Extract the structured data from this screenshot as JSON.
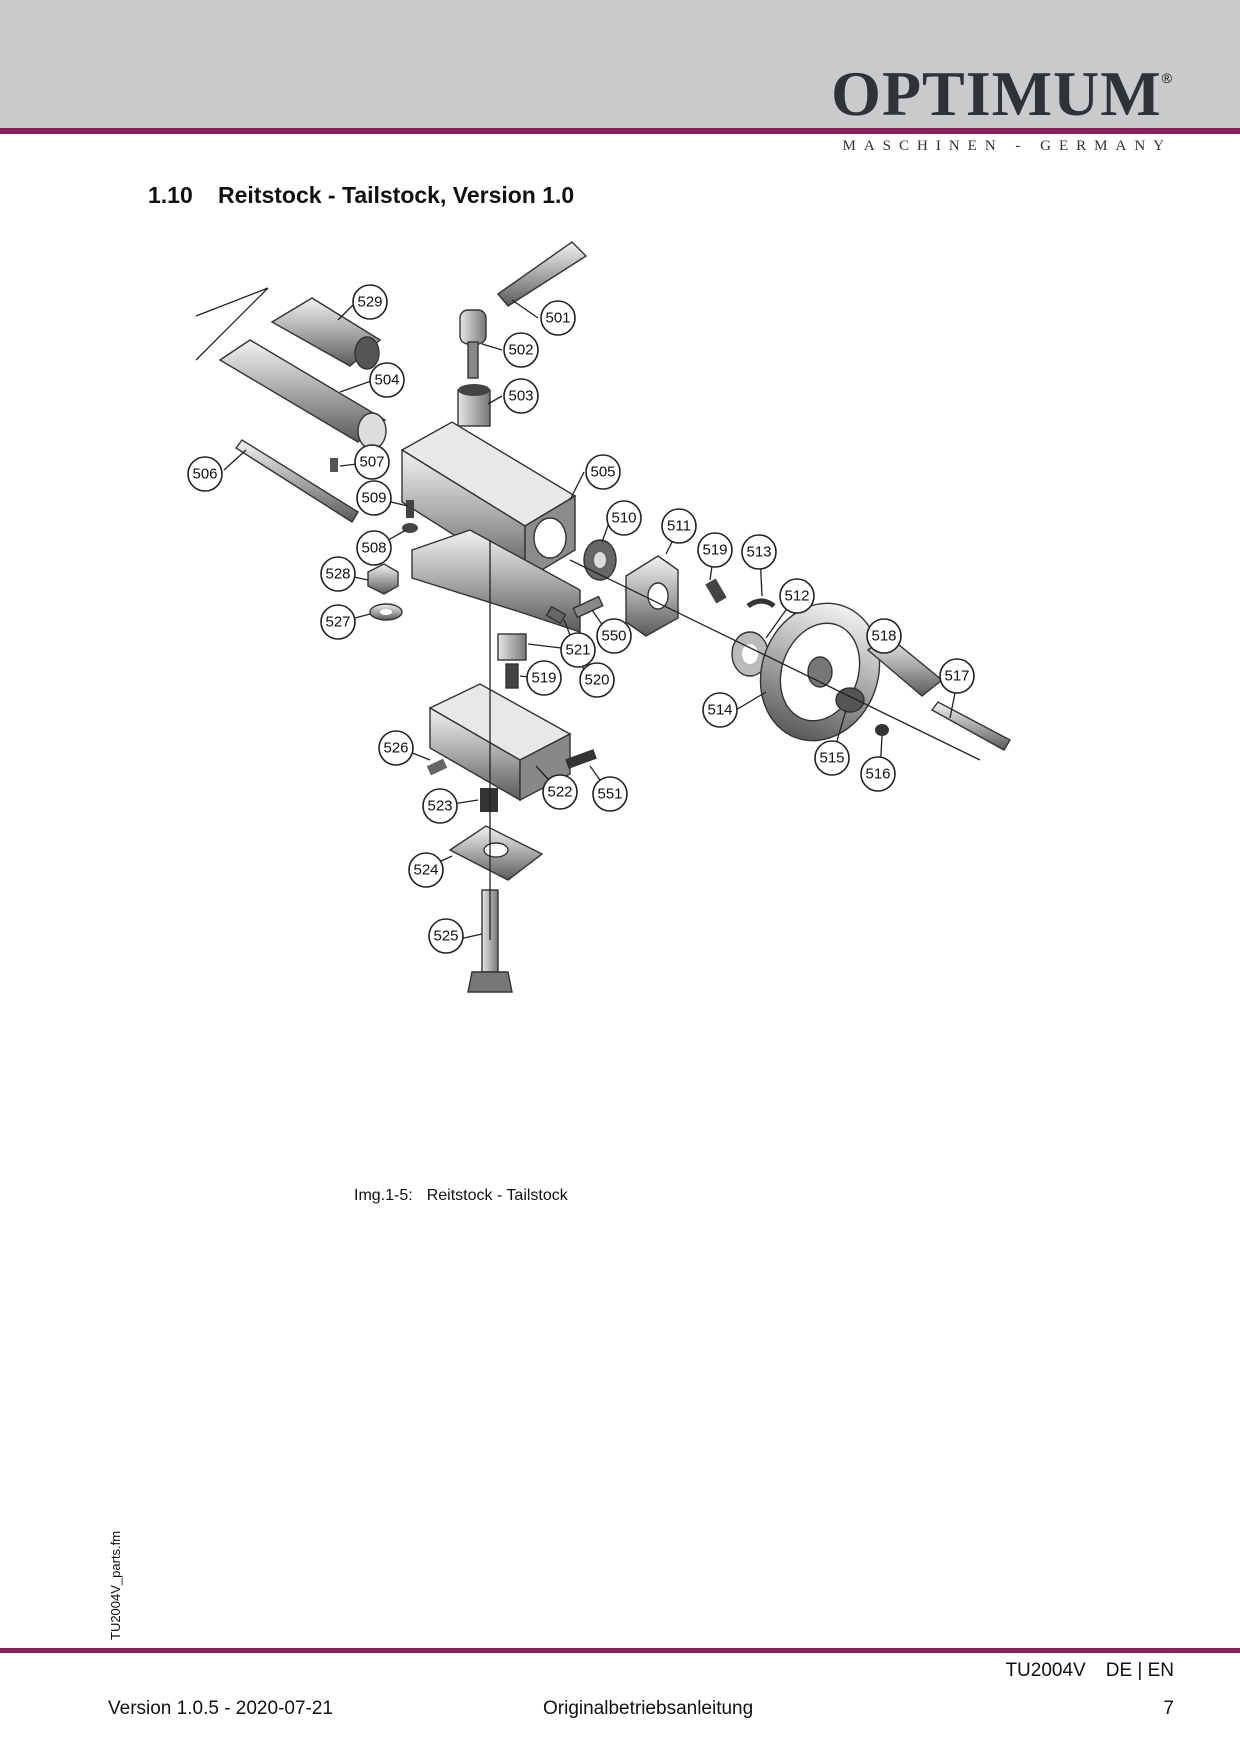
{
  "header": {
    "brand": "OPTIMUM",
    "registered": "®",
    "tagline": "MASCHINEN - GERMANY"
  },
  "section": {
    "number": "1.10",
    "title": "Reitstock - Tailstock, Version 1.0"
  },
  "figure": {
    "label": "Img.1-5:",
    "caption": "Reitstock - Tailstock",
    "callouts": [
      "529",
      "501",
      "502",
      "504",
      "503",
      "506",
      "507",
      "505",
      "509",
      "510",
      "511",
      "519",
      "513",
      "508",
      "528",
      "512",
      "550",
      "527",
      "521",
      "518",
      "520",
      "517",
      "514",
      "526",
      "515",
      "516",
      "522",
      "551",
      "523",
      "524",
      "525"
    ]
  },
  "side_note": "TU2004V_parts.fm",
  "footer": {
    "model": "TU2004V",
    "languages": "DE | EN",
    "version": "Version 1.0.5 - 2020-07-21",
    "manual": "Originalbetriebsanleitung",
    "page": "7"
  }
}
